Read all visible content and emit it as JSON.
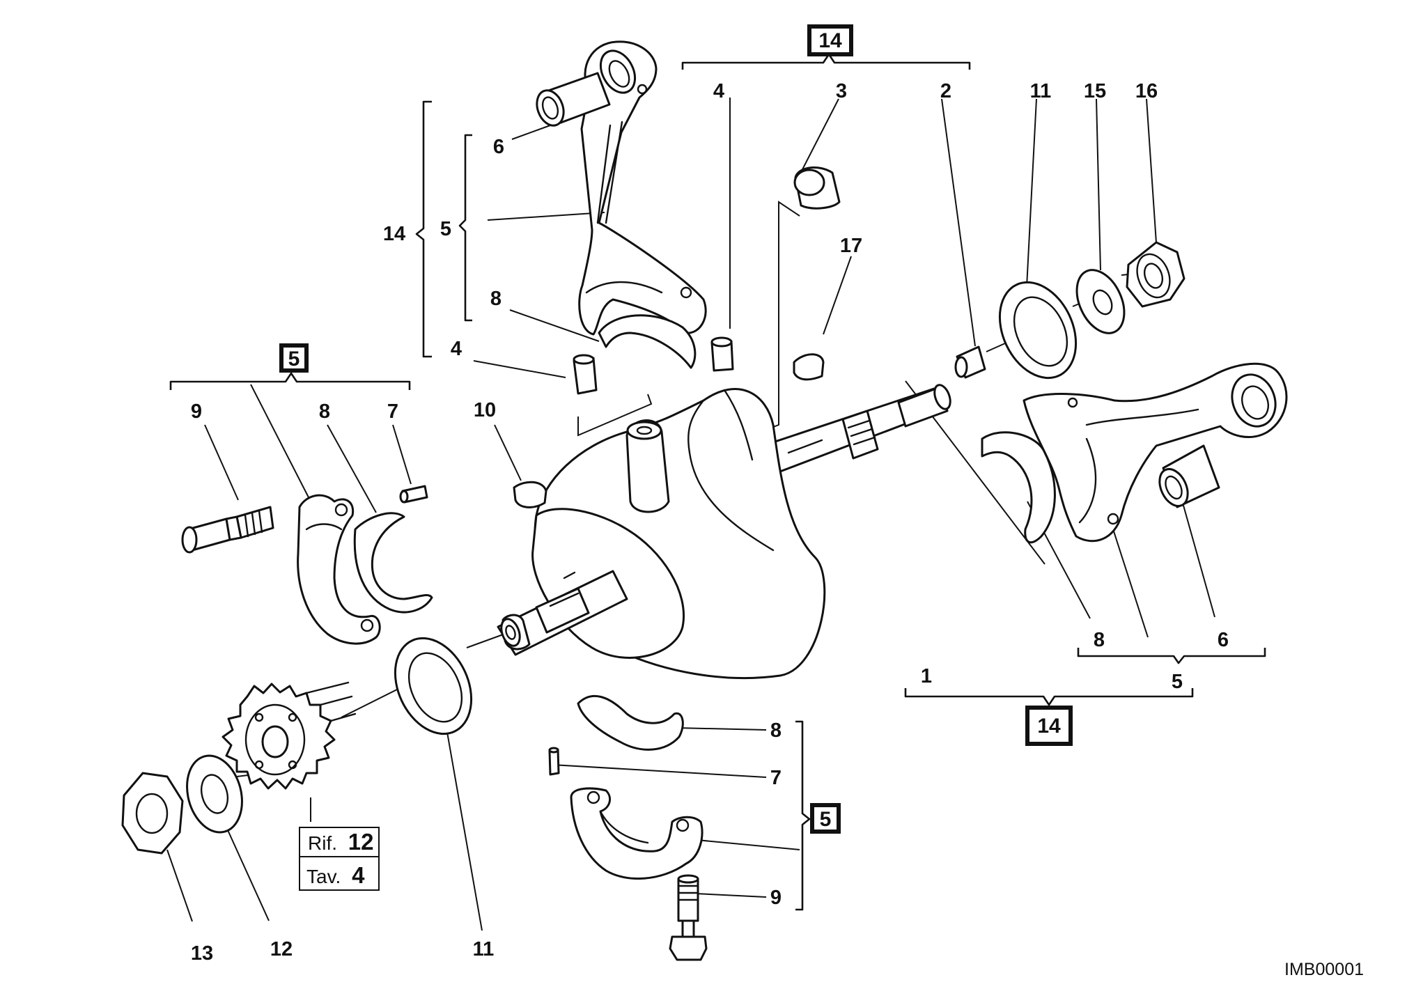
{
  "diagram": {
    "kit_refs": {
      "top_center": "14",
      "left_upper": "5",
      "bottom_right": "14",
      "bottom_center": "5"
    },
    "cross_reference": {
      "line1_prefix": "Rif.",
      "line1_number": "12",
      "line2_prefix": "Tav.",
      "line2_number": "4"
    },
    "image_code": "IMB00001",
    "callouts": {
      "crankshaft": "1",
      "plug_right": "2",
      "plug_center": "3",
      "plug_left_a": "4",
      "plug_left_b": "4",
      "conrod_left": "5",
      "conrod_right": "5",
      "small_end_bush_left": "6",
      "small_end_bush_right": "6",
      "dowel_left": "7",
      "dowel_bottom": "7",
      "big_end_shell_top": "8",
      "big_end_shell_left": "8",
      "big_end_shell_right": "8",
      "big_end_shell_bottom": "8",
      "bolt_left": "9",
      "bolt_bottom": "9",
      "key_left": "10",
      "shim_right": "11",
      "shim_bottom": "11",
      "washer": "12",
      "nut": "13",
      "assembly_left": "14",
      "washer_right": "15",
      "nut_right": "16",
      "key_right": "17"
    }
  }
}
